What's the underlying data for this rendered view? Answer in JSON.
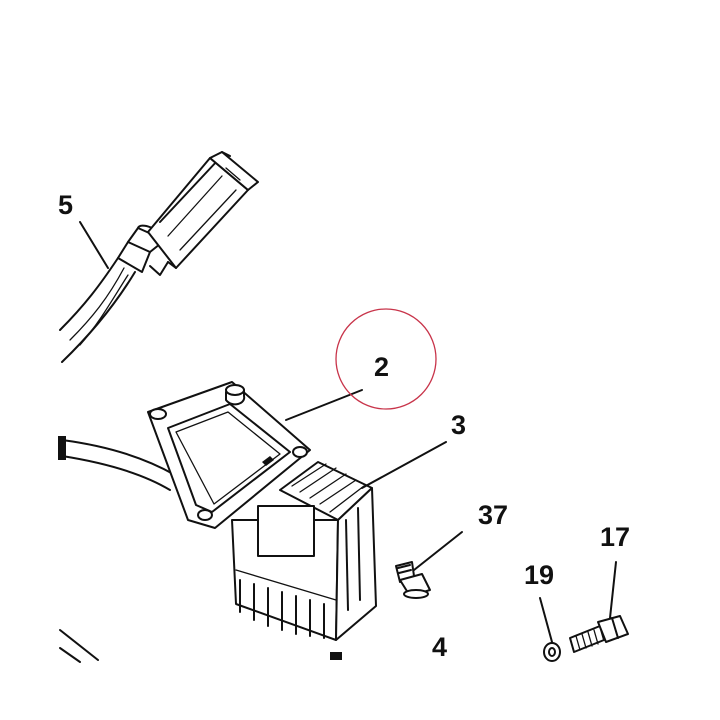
{
  "labels": {
    "part_5": "5",
    "part_2": "2",
    "part_3": "3",
    "part_37": "37",
    "part_17": "17",
    "part_19": "19",
    "part_4": "4"
  },
  "highlight": {
    "color": "#c8344a",
    "target": "2"
  }
}
